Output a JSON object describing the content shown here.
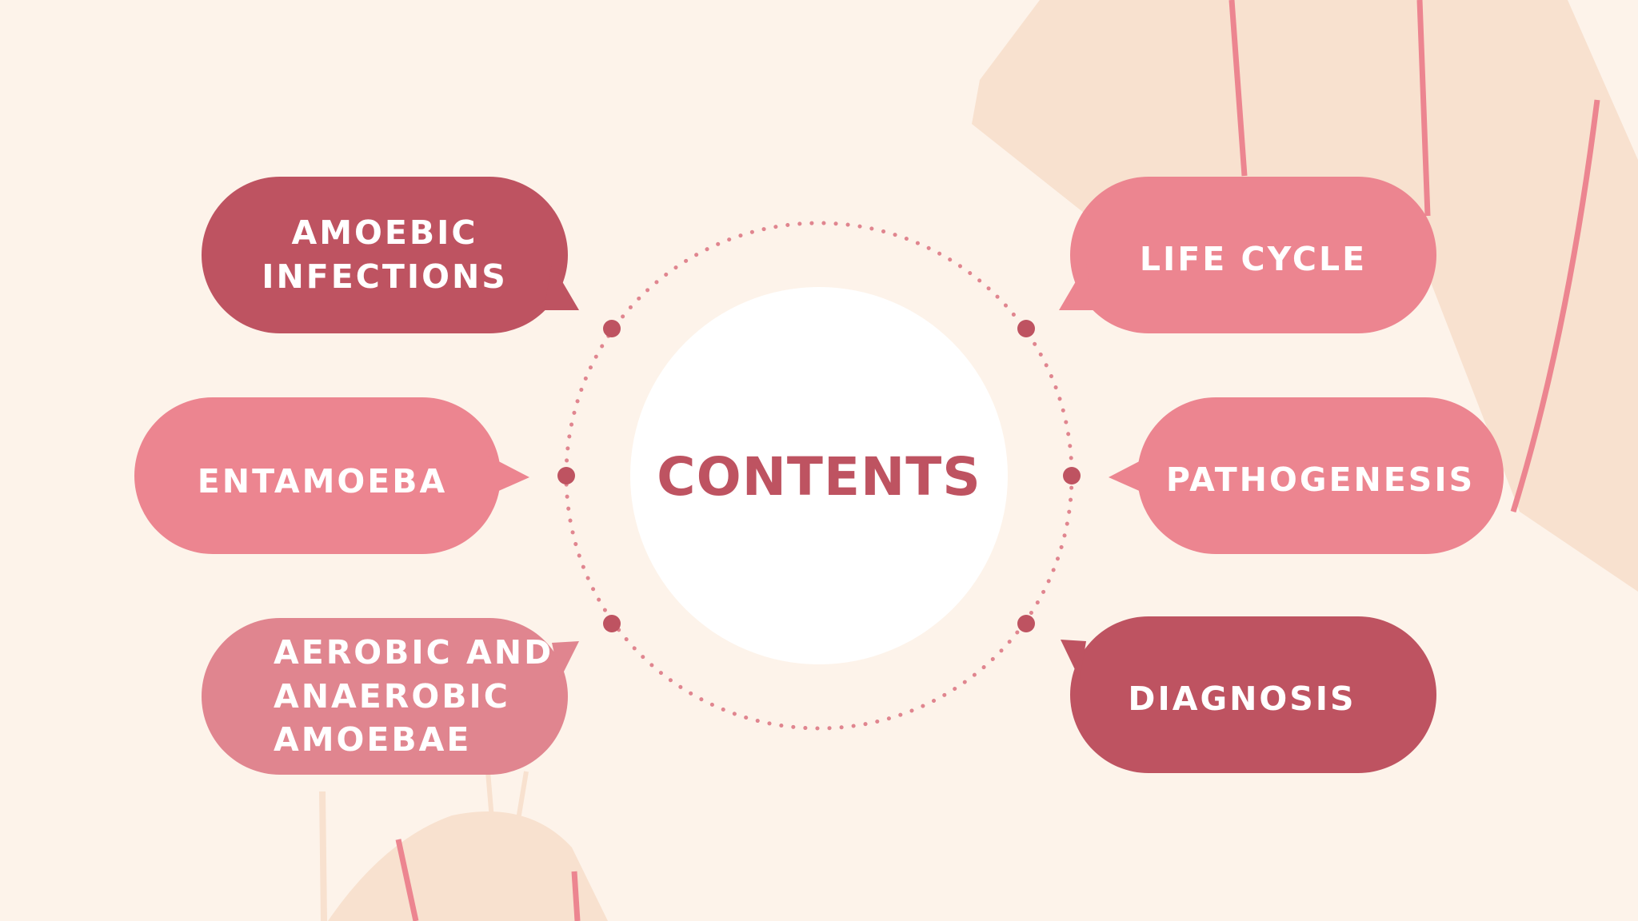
{
  "title": "CONTENTS",
  "items": [
    {
      "lines": [
        "AMOEBIC",
        "INFECTIONS"
      ]
    },
    {
      "lines": [
        "ENTAMOEBA"
      ]
    },
    {
      "lines": [
        "AEROBIC AND",
        "ANAEROBIC",
        "AMOEBAE"
      ]
    },
    {
      "lines": [
        "LIFE CYCLE"
      ]
    },
    {
      "lines": [
        "PATHOGENESIS"
      ]
    },
    {
      "lines": [
        "DIAGNOSIS"
      ]
    }
  ],
  "colors": {
    "background": "#fdf3ea",
    "dark_rose": "#be5361",
    "pink": "#ec8590",
    "light_rose": "#e0858f",
    "peach": "#f8e1cf",
    "center_fill": "#ffffff"
  }
}
